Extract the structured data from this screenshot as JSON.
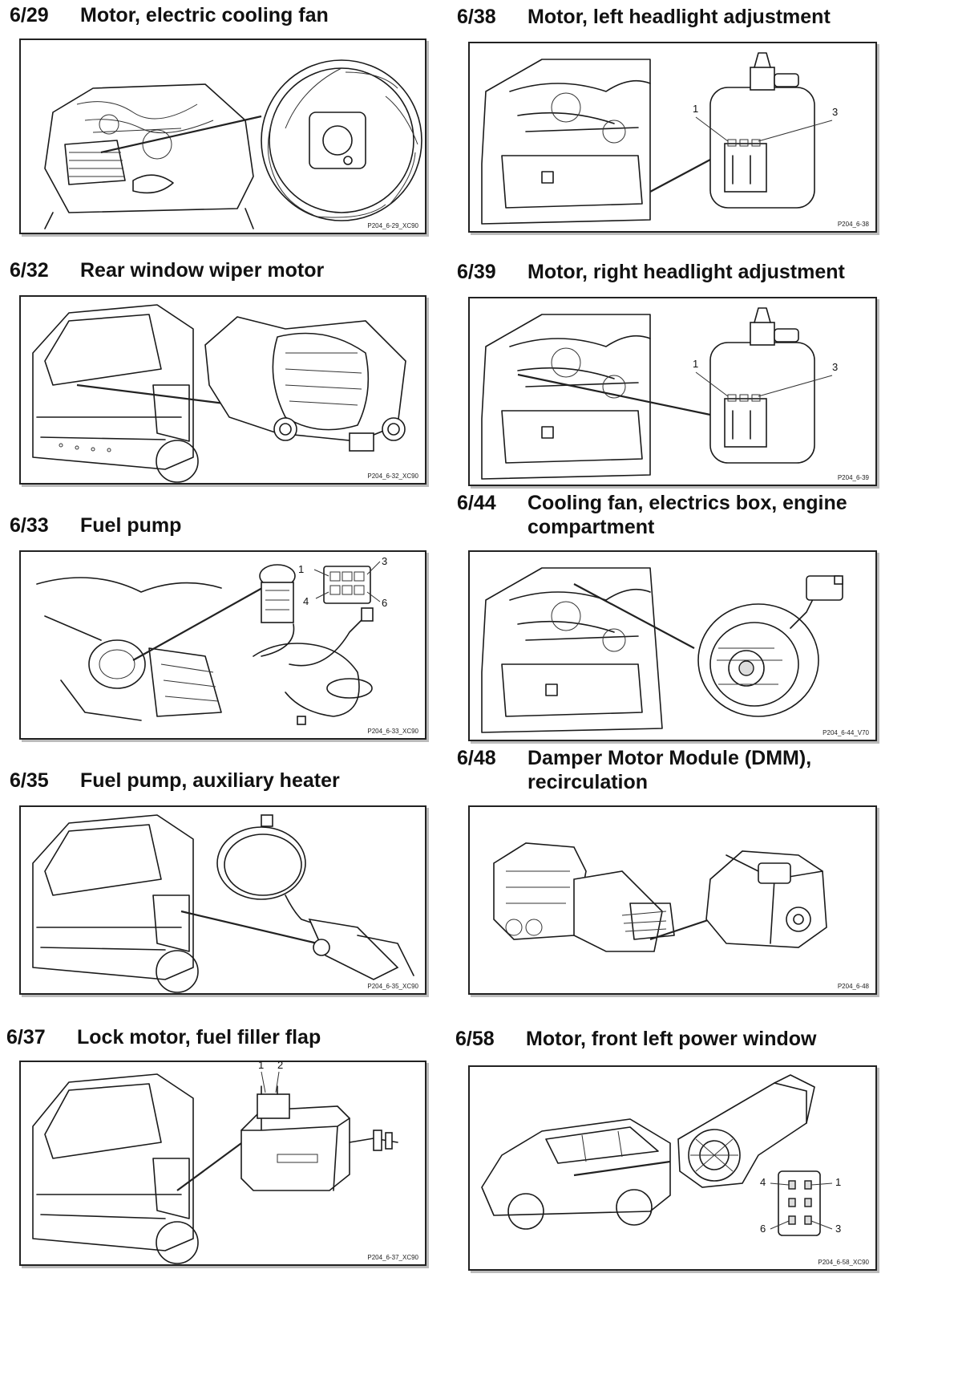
{
  "sections": [
    {
      "number": "6/29",
      "title": "Motor, electric cooling fan",
      "code": "P204_6-29_XC90"
    },
    {
      "number": "6/32",
      "title": "Rear window wiper motor",
      "code": "P204_6-32_XC90"
    },
    {
      "number": "6/33",
      "title": "Fuel pump",
      "code": "P204_6-33_XC90",
      "pins": [
        "1",
        "3",
        "4",
        "6"
      ]
    },
    {
      "number": "6/35",
      "title": "Fuel pump, auxiliary heater",
      "code": "P204_6-35_XC90"
    },
    {
      "number": "6/37",
      "title": "Lock motor, fuel filler flap",
      "code": "P204_6-37_XC90",
      "pins": [
        "1",
        "2"
      ]
    },
    {
      "number": "6/38",
      "title": "Motor, left headlight adjustment",
      "code": "P204_6-38",
      "pins": [
        "1",
        "3"
      ]
    },
    {
      "number": "6/39",
      "title": "Motor, right headlight adjustment",
      "code": "P204_6-39",
      "pins": [
        "1",
        "3"
      ]
    },
    {
      "number": "6/44",
      "title": "Cooling fan, electrics box, engine compartment",
      "code": "P204_6-44_V70"
    },
    {
      "number": "6/48",
      "title": "Damper Motor Module (DMM), recirculation",
      "code": "P204_6-48"
    },
    {
      "number": "6/58",
      "title": "Motor, front left power window",
      "code": "P204_6-58_XC90",
      "pins": [
        "4",
        "1",
        "6",
        "3"
      ]
    }
  ]
}
